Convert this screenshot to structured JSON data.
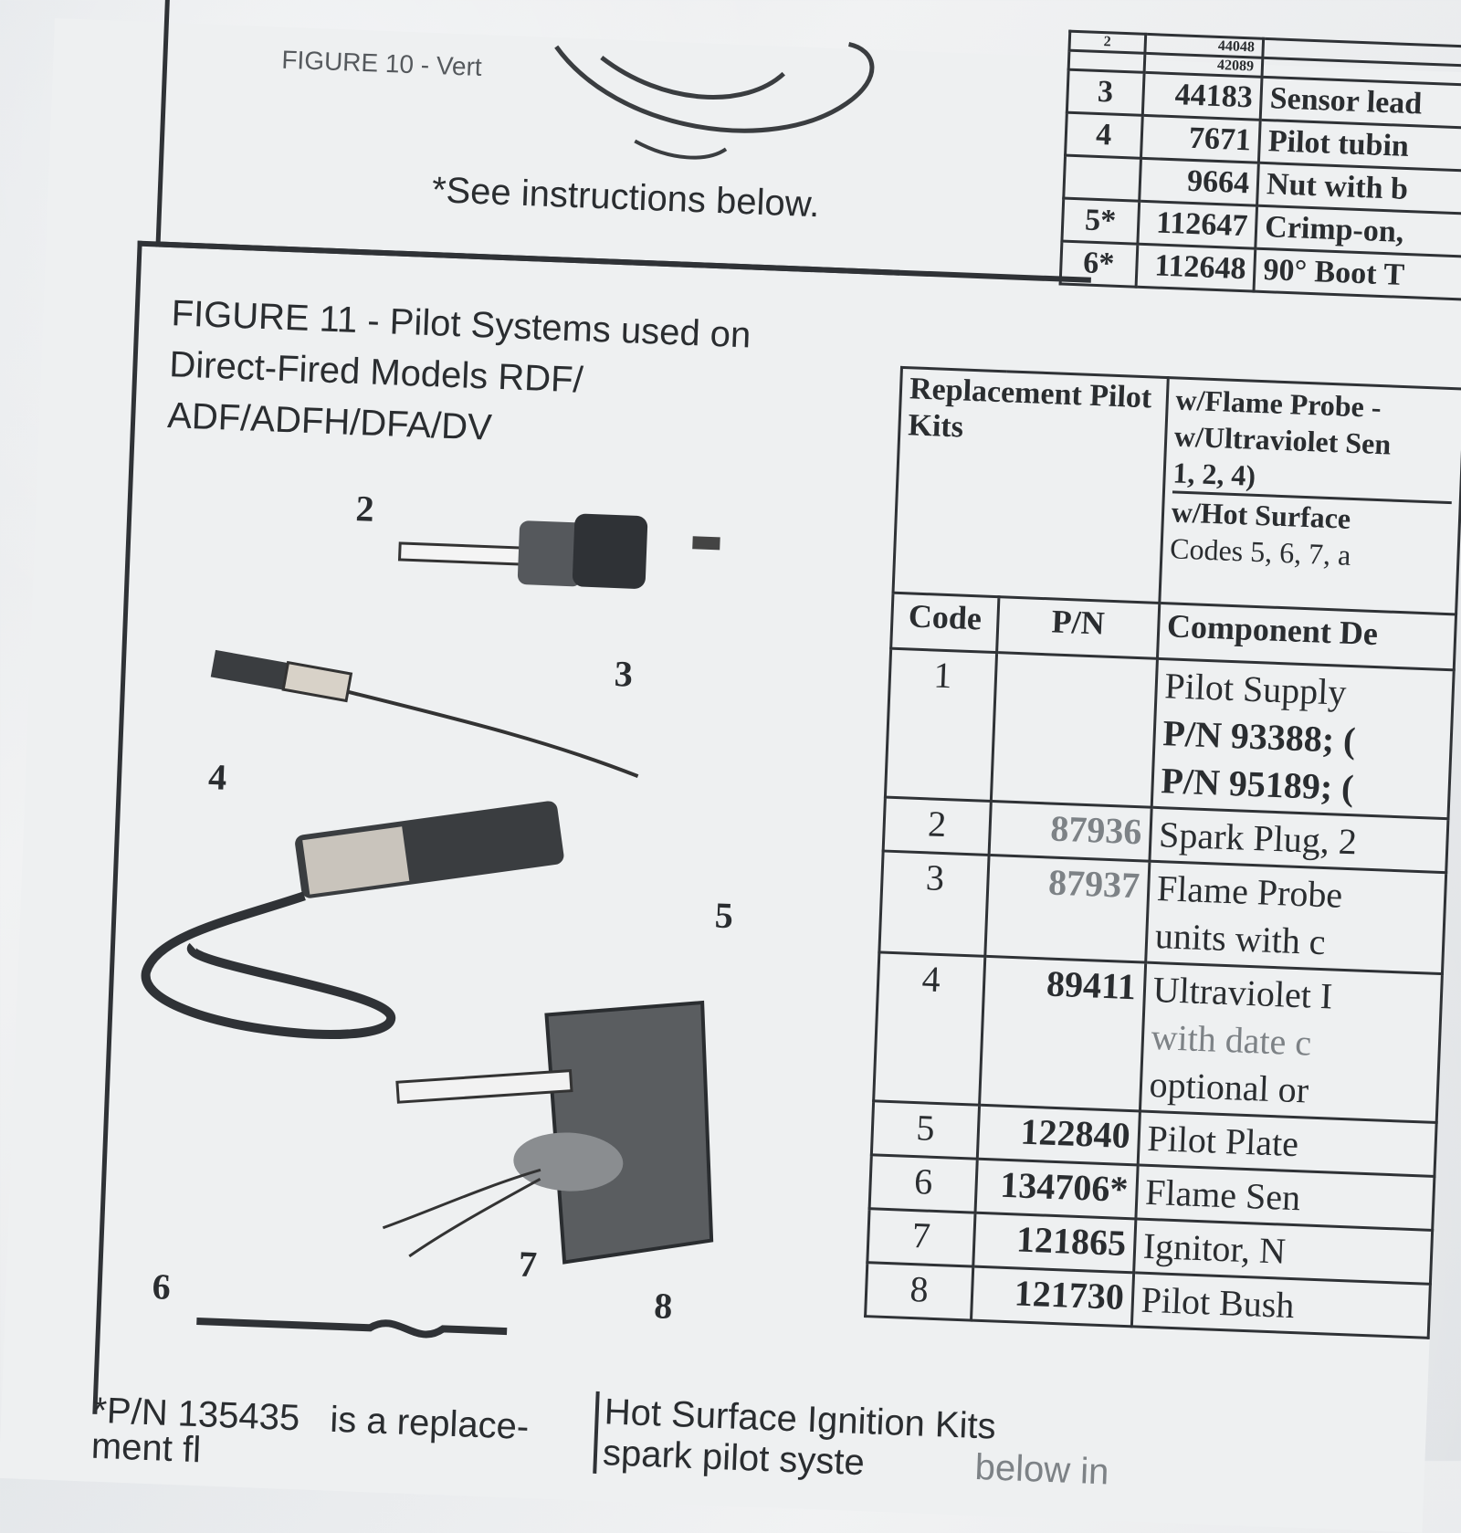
{
  "figure10": {
    "caption": "FIGURE 10 - Vert",
    "note": "*See instructions below."
  },
  "figure11": {
    "caption": "FIGURE 11 - Pilot Systems used on Direct-Fired Models RDF/ ADF/ADFH/DFA/DV",
    "callouts": [
      "2",
      "3",
      "4",
      "5",
      "6",
      "7",
      "8"
    ]
  },
  "top_table": {
    "rows": [
      {
        "code": "2",
        "pn": "44048",
        "desc": ""
      },
      {
        "code": "",
        "pn": "42089",
        "desc": ""
      },
      {
        "code": "3",
        "pn": "44183",
        "desc": "Sensor lead"
      },
      {
        "code": "4",
        "pn": "7671",
        "desc": "Pilot tubin"
      },
      {
        "code": "",
        "pn": "9664",
        "desc": "Nut with b"
      },
      {
        "code": "5*",
        "pn": "112647",
        "desc": "Crimp-on,"
      },
      {
        "code": "6*",
        "pn": "112648",
        "desc": "90° Boot T"
      }
    ]
  },
  "main_table": {
    "kits_label": "Replacement Pilot Kits",
    "kits": [
      "w/Flame Probe -",
      "w/Ultraviolet Sen",
      "1, 2, 4)",
      "w/Hot Surface",
      "Codes 5, 6, 7, a"
    ],
    "headers": {
      "code": "Code",
      "pn": "P/N",
      "desc": "Component De"
    },
    "rows": [
      {
        "code": "1",
        "pn": "",
        "desc": [
          "Pilot Supply",
          "P/N 93388; (",
          "P/N 95189; ("
        ]
      },
      {
        "code": "2",
        "pn": "87936",
        "desc": [
          "Spark Plug, 2"
        ]
      },
      {
        "code": "3",
        "pn": "87937",
        "desc": [
          "Flame Probe",
          "units with c"
        ]
      },
      {
        "code": "4",
        "pn": "89411",
        "desc": [
          "Ultraviolet I",
          "with date c",
          "optional or"
        ]
      },
      {
        "code": "5",
        "pn": "122840",
        "desc": [
          "Pilot Plate"
        ]
      },
      {
        "code": "6",
        "pn": "134706*",
        "desc": [
          "Flame Sen"
        ]
      },
      {
        "code": "7",
        "pn": "121865",
        "desc": [
          "Ignitor, N"
        ]
      },
      {
        "code": "8",
        "pn": "121730",
        "desc": [
          "Pilot Bush"
        ]
      }
    ]
  },
  "footnote": {
    "line1": "*P/N 135435   is a replace-",
    "line2": "ment fl"
  },
  "hsi_note": {
    "line1": "Hot Surface Ignition Kits",
    "line2": "spark pilot syste",
    "tail": "below in"
  }
}
